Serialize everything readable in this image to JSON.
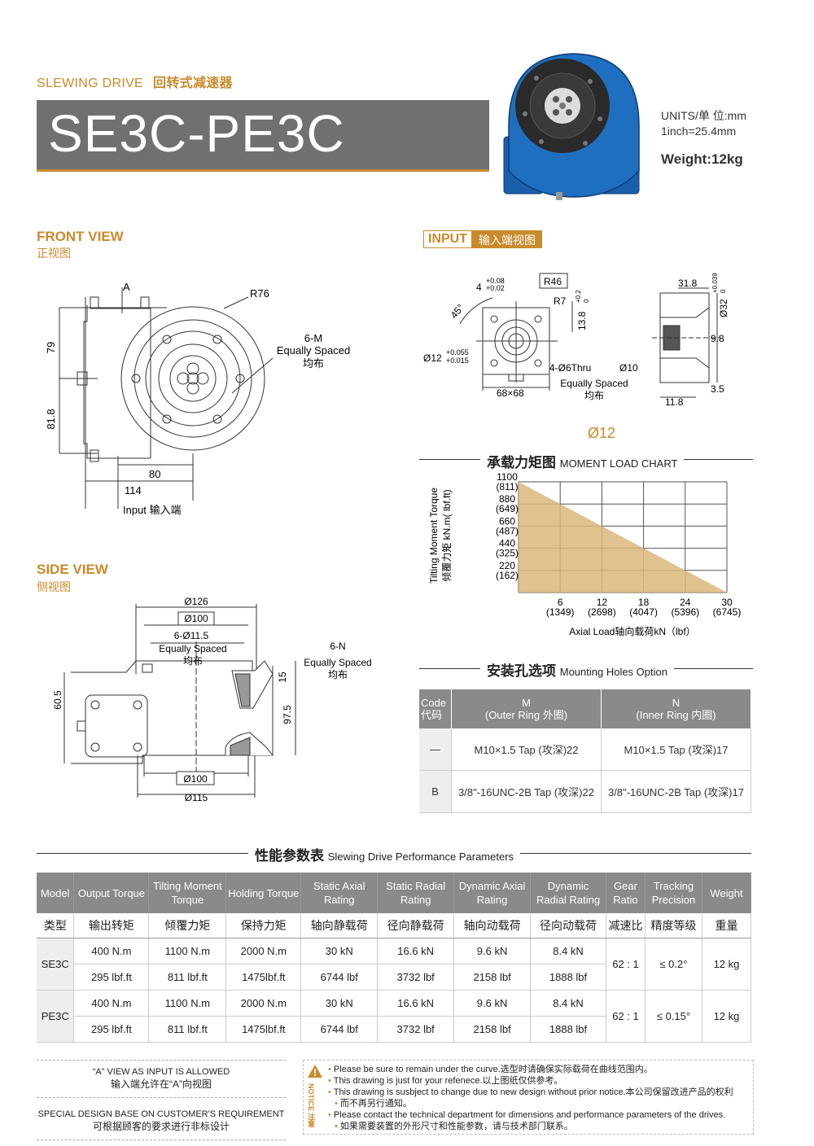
{
  "header": {
    "series_en": "SLEWING DRIVE",
    "series_cn": "回转式减速器",
    "model": "SE3C-PE3C",
    "units_line1": "UNITS/单  位:mm",
    "units_line2": "1inch=25.4mm",
    "weight": "Weight:12kg"
  },
  "front_view": {
    "title": "FRONT VIEW",
    "title_cn": "正视图",
    "label_a": "A",
    "radius": "R76",
    "dim_79": "79",
    "dim_818": "81.8",
    "dim_80": "80",
    "dim_114": "114",
    "holes_line1": "6-M",
    "holes_line2": "Equally Spaced",
    "holes_line3": "均布",
    "input_label": "Input   输入端"
  },
  "input_view": {
    "tag": "INPUT",
    "tag_cn": "输入端视图",
    "dim_4": "4",
    "tol_4_up": "+0.08",
    "tol_4_dn": "+0.02",
    "r46": "R46",
    "r7": "R7",
    "angle": "45°",
    "dim_138": "13.8",
    "tol_138_up": "+0.2",
    "tol_138_dn": "0",
    "dia12": "Ø12",
    "tol_12_up": "+0.055",
    "tol_12_dn": "+0.015",
    "thru": "4-Ø6Thru",
    "thru_cb": "Ø10",
    "eq1": "Equally Spaced",
    "eq2": "均布",
    "dim_68": "68×68",
    "dim_318": "31.8",
    "dim_32": "Ø32",
    "tol_32_up": "+0.039",
    "tol_32_dn": "0",
    "dim_98": "9.8",
    "dim_35": "3.5",
    "dim_118": "11.8",
    "shaft_label": "Ø12"
  },
  "side_view": {
    "title": "SIDE VIEW",
    "title_cn": "侧视图",
    "d126": "Ø126",
    "d100a": "Ø100",
    "holes": "6-Ø11.5",
    "eq1": "Equally Spaced",
    "eq2": "均布",
    "n_line1": "6-N",
    "n_line2": "Equally Spaced",
    "n_line3": "均布",
    "dim_605": "60.5",
    "dim_15": "15",
    "dim_975": "97.5",
    "d100b": "Ø100",
    "d115": "Ø115"
  },
  "chart_header": {
    "cn": "承载力矩图",
    "en": "MOMENT LOAD CHART"
  },
  "chart_data": {
    "type": "area",
    "title": "承载力矩图 MOMENT LOAD CHART",
    "ylabel_en": "Tilting Moment Torque",
    "ylabel_cn": "倾覆力矩  kN.m( lbf.ft)",
    "xlabel": "Axial Load轴向载荷kN（lbf）",
    "x_ticks": [
      {
        "v": "6",
        "s": "(1349)"
      },
      {
        "v": "12",
        "s": "(2698)"
      },
      {
        "v": "18",
        "s": "(4047)"
      },
      {
        "v": "24",
        "s": "(5396)"
      },
      {
        "v": "30",
        "s": "(6745)"
      }
    ],
    "y_ticks": [
      {
        "v": "1100",
        "s": "(811)"
      },
      {
        "v": "880",
        "s": "(649)"
      },
      {
        "v": "660",
        "s": "(487)"
      },
      {
        "v": "440",
        "s": "(325)"
      },
      {
        "v": "220",
        "s": "(162)"
      }
    ],
    "xlim": [
      0,
      30
    ],
    "ylim": [
      0,
      1100
    ],
    "series": [
      {
        "x": [
          0,
          30
        ],
        "y": [
          1100,
          0
        ]
      }
    ],
    "fill_color": "#d9b77c",
    "grid": true
  },
  "mounting": {
    "header_cn": "安装孔选项",
    "header_en": "Mounting Holes Option",
    "col_code": "Code",
    "col_code_cn": "代码",
    "col_m": "M",
    "col_m_sub": "(Outer Ring 外圈)",
    "col_n": "N",
    "col_n_sub": "(Inner Ring 内圈)",
    "rows": [
      {
        "code": "—",
        "m": "M10×1.5 Tap (攻深)22",
        "n": "M10×1.5 Tap (攻深)17"
      },
      {
        "code": "B",
        "m": "3/8\"-16UNC-2B Tap (攻深)22",
        "n": "3/8\"-16UNC-2B Tap (攻深)17"
      }
    ]
  },
  "performance": {
    "header_cn": "性能参数表",
    "header_en": "Slewing Drive Performance Parameters",
    "headers": [
      "Model",
      "Output Torque",
      "Tilting Moment Torque",
      "Holding Torque",
      "Static Axial Rating",
      "Static Radial Rating",
      "Dynamic Axial Rating",
      "Dynamic Radial Rating",
      "Gear Ratio",
      "Tracking Precision",
      "Weight"
    ],
    "headers_cn": [
      "类型",
      "输出转矩",
      "倾覆力矩",
      "保持力矩",
      "轴向静载荷",
      "径向静载荷",
      "轴向动载荷",
      "径向动载荷",
      "减速比",
      "精度等级",
      "重量"
    ],
    "models": [
      {
        "name": "SE3C",
        "metric": [
          "400 N.m",
          "1100 N.m",
          "2000 N.m",
          "30 kN",
          "16.6 kN",
          "9.6 kN",
          "8.4 kN"
        ],
        "imperial": [
          "295 lbf.ft",
          "811 lbf.ft",
          "1475lbf.ft",
          "6744 lbf",
          "3732 lbf",
          "2158 lbf",
          "1888 lbf"
        ],
        "ratio": "62 : 1",
        "precision": "≤ 0.2°",
        "weight": "12 kg"
      },
      {
        "name": "PE3C",
        "metric": [
          "400 N.m",
          "1100 N.m",
          "2000 N.m",
          "30 kN",
          "16.6 kN",
          "9.6 kN",
          "8.4 kN"
        ],
        "imperial": [
          "295 lbf.ft",
          "811 lbf.ft",
          "1475lbf.ft",
          "6744 lbf",
          "3732 lbf",
          "2158 lbf",
          "1888 lbf"
        ],
        "ratio": "62 : 1",
        "precision": "≤ 0.15°",
        "weight": "12 kg"
      }
    ]
  },
  "notes": {
    "left1_en": "“A” VIEW AS INPUT IS ALLOWED",
    "left1_cn": "输入端允许在“A”向视图",
    "left2_en": "SPECIAL DESIGN BASE ON CUSTOMER'S REQUIREMENT",
    "left2_cn": "可根据顾客的要求进行非标设计",
    "notice_label": "NOTICE 注意",
    "items": [
      "Please be sure to remain under the curve.选型时请确保实际载荷在曲线范围内。",
      "This drawing is just for your refenece.以上图纸仅供参考。",
      "This drawing is susbject to change due to new design without prior notice.本公司保留改进产品的权利",
      "而不再另行通知。",
      "Please contact the technical department for dimensions and performance parameters of the drives.",
      "如果需要装置的外形尺寸和性能参数，请与技术部门联系。"
    ]
  },
  "colors": {
    "accent": "#c98a2b",
    "title_bar": "#707070",
    "table_header": "#8a8a8a",
    "product_blue": "#1f6fc0"
  }
}
